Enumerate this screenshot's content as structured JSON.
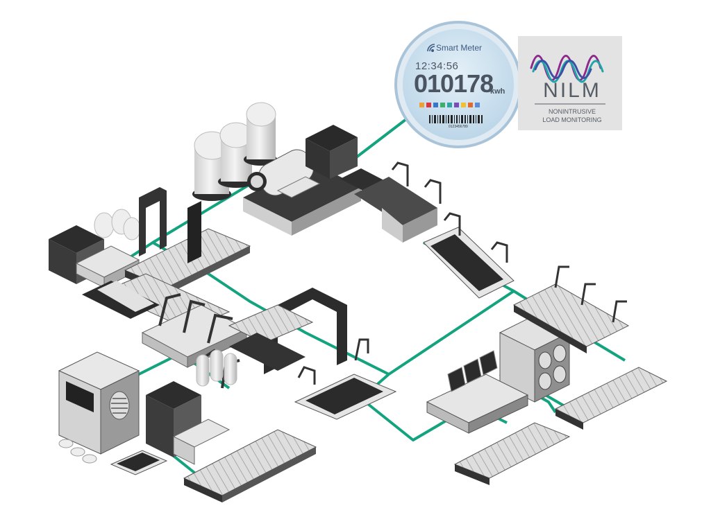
{
  "meter": {
    "brand_label": "Smart Meter",
    "time": "12:34:56",
    "reading": "010178",
    "unit": "kwh",
    "serial": "0123456789"
  },
  "nilm": {
    "title": "NILM",
    "subtitle_line1": "NONINTRUSIVE",
    "subtitle_line2": "LOAD MONITORING"
  },
  "colors": {
    "wire": "#13a37f",
    "meter_ring": "#bcd6e8",
    "meter_face": "#cfe3ef",
    "nilm_bg": "#e3e3e3",
    "wave_purple": "#8e2a8c",
    "wave_teal": "#1fa5a8",
    "wave_blue": "#3b4fa3",
    "machine_dark": "#2f2f2f",
    "machine_mid": "#8d8d8d",
    "machine_light": "#e2e2e2"
  }
}
